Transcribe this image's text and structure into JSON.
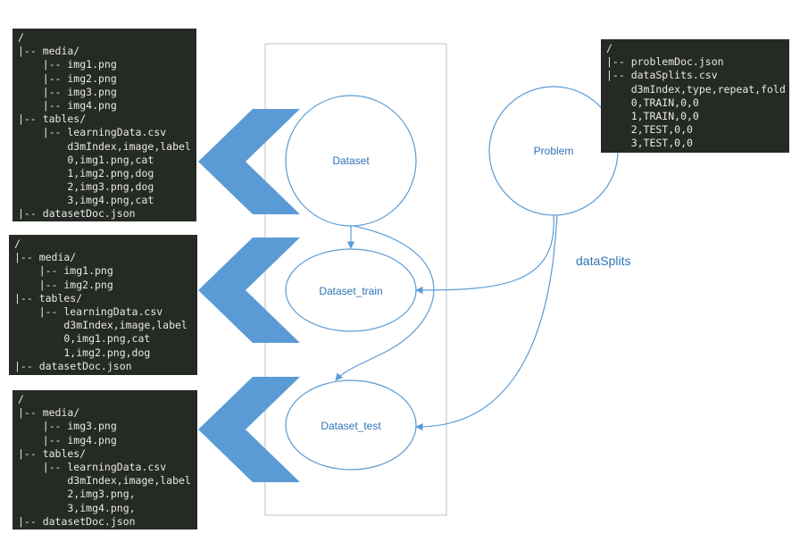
{
  "code_blocks": {
    "dataset": [
      "/",
      "|-- media/",
      "    |-- img1.png",
      "    |-- img2.png",
      "    |-- img3.png",
      "    |-- img4.png",
      "|-- tables/",
      "    |-- learningData.csv",
      "        d3mIndex,image,label",
      "        0,img1.png,cat",
      "        1,img2.png,dog",
      "        2,img3.png,dog",
      "        3,img4.png,cat",
      "|-- datasetDoc.json"
    ],
    "train": [
      "/",
      "|-- media/",
      "    |-- img1.png",
      "    |-- img2.png",
      "|-- tables/",
      "    |-- learningData.csv",
      "        d3mIndex,image,label",
      "        0,img1.png,cat",
      "        1,img2.png,dog",
      "|-- datasetDoc.json"
    ],
    "test": [
      "/",
      "|-- media/",
      "    |-- img3.png",
      "    |-- img4.png",
      "|-- tables/",
      "    |-- learningData.csv",
      "        d3mIndex,image,label",
      "        2,img3.png,",
      "        3,img4.png,",
      "|-- datasetDoc.json"
    ],
    "problem": [
      "/",
      "|-- problemDoc.json",
      "|-- dataSplits.csv",
      "    d3mIndex,type,repeat,fold",
      "    0,TRAIN,0,0",
      "    1,TRAIN,0,0",
      "    2,TEST,0,0",
      "    3,TEST,0,0"
    ]
  },
  "nodes": {
    "dataset": "Dataset",
    "train": "Dataset_train",
    "test": "Dataset_test",
    "problem": "Problem"
  },
  "edge_label": "dataSplits",
  "colors": {
    "accent": "#2e74b5",
    "arrow_fill": "#5b9bd5",
    "code_bg": "#262a24",
    "code_text": "#e8e8e8",
    "frame": "#bfbfbf"
  }
}
